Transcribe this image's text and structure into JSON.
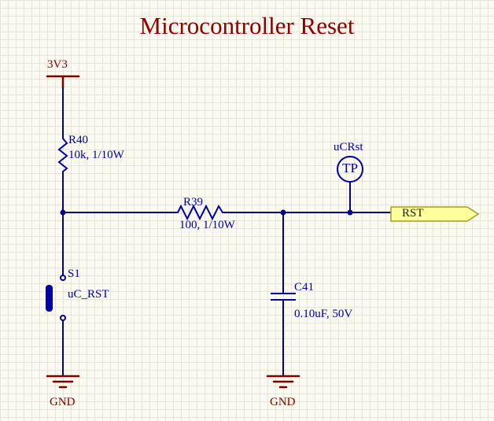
{
  "title": "Microcontroller Reset",
  "colors": {
    "background": "#FBFAF1",
    "grid": "#E6E4D8",
    "wire": "#00008B",
    "component": "#0000A0",
    "label": "#0000A0",
    "power": "#7A0000",
    "title_color": "#8B0000",
    "port_fill": "#FFFF9C",
    "port_border": "#A0A020",
    "port_text": "#202000"
  },
  "power": {
    "v33_label": "3V3",
    "gnd_left_label": "GND",
    "gnd_right_label": "GND"
  },
  "components": {
    "r40": {
      "designator": "R40",
      "value": "10k, 1/10W"
    },
    "r39": {
      "designator": "R39",
      "value": "100, 1/10W"
    },
    "c41": {
      "designator": "C41",
      "value": "0.10uF, 50V"
    },
    "s1": {
      "designator": "S1",
      "value": "uC_RST"
    },
    "tp": {
      "designator": "uCRst",
      "label": "TP"
    }
  },
  "port": {
    "label": "RST"
  }
}
